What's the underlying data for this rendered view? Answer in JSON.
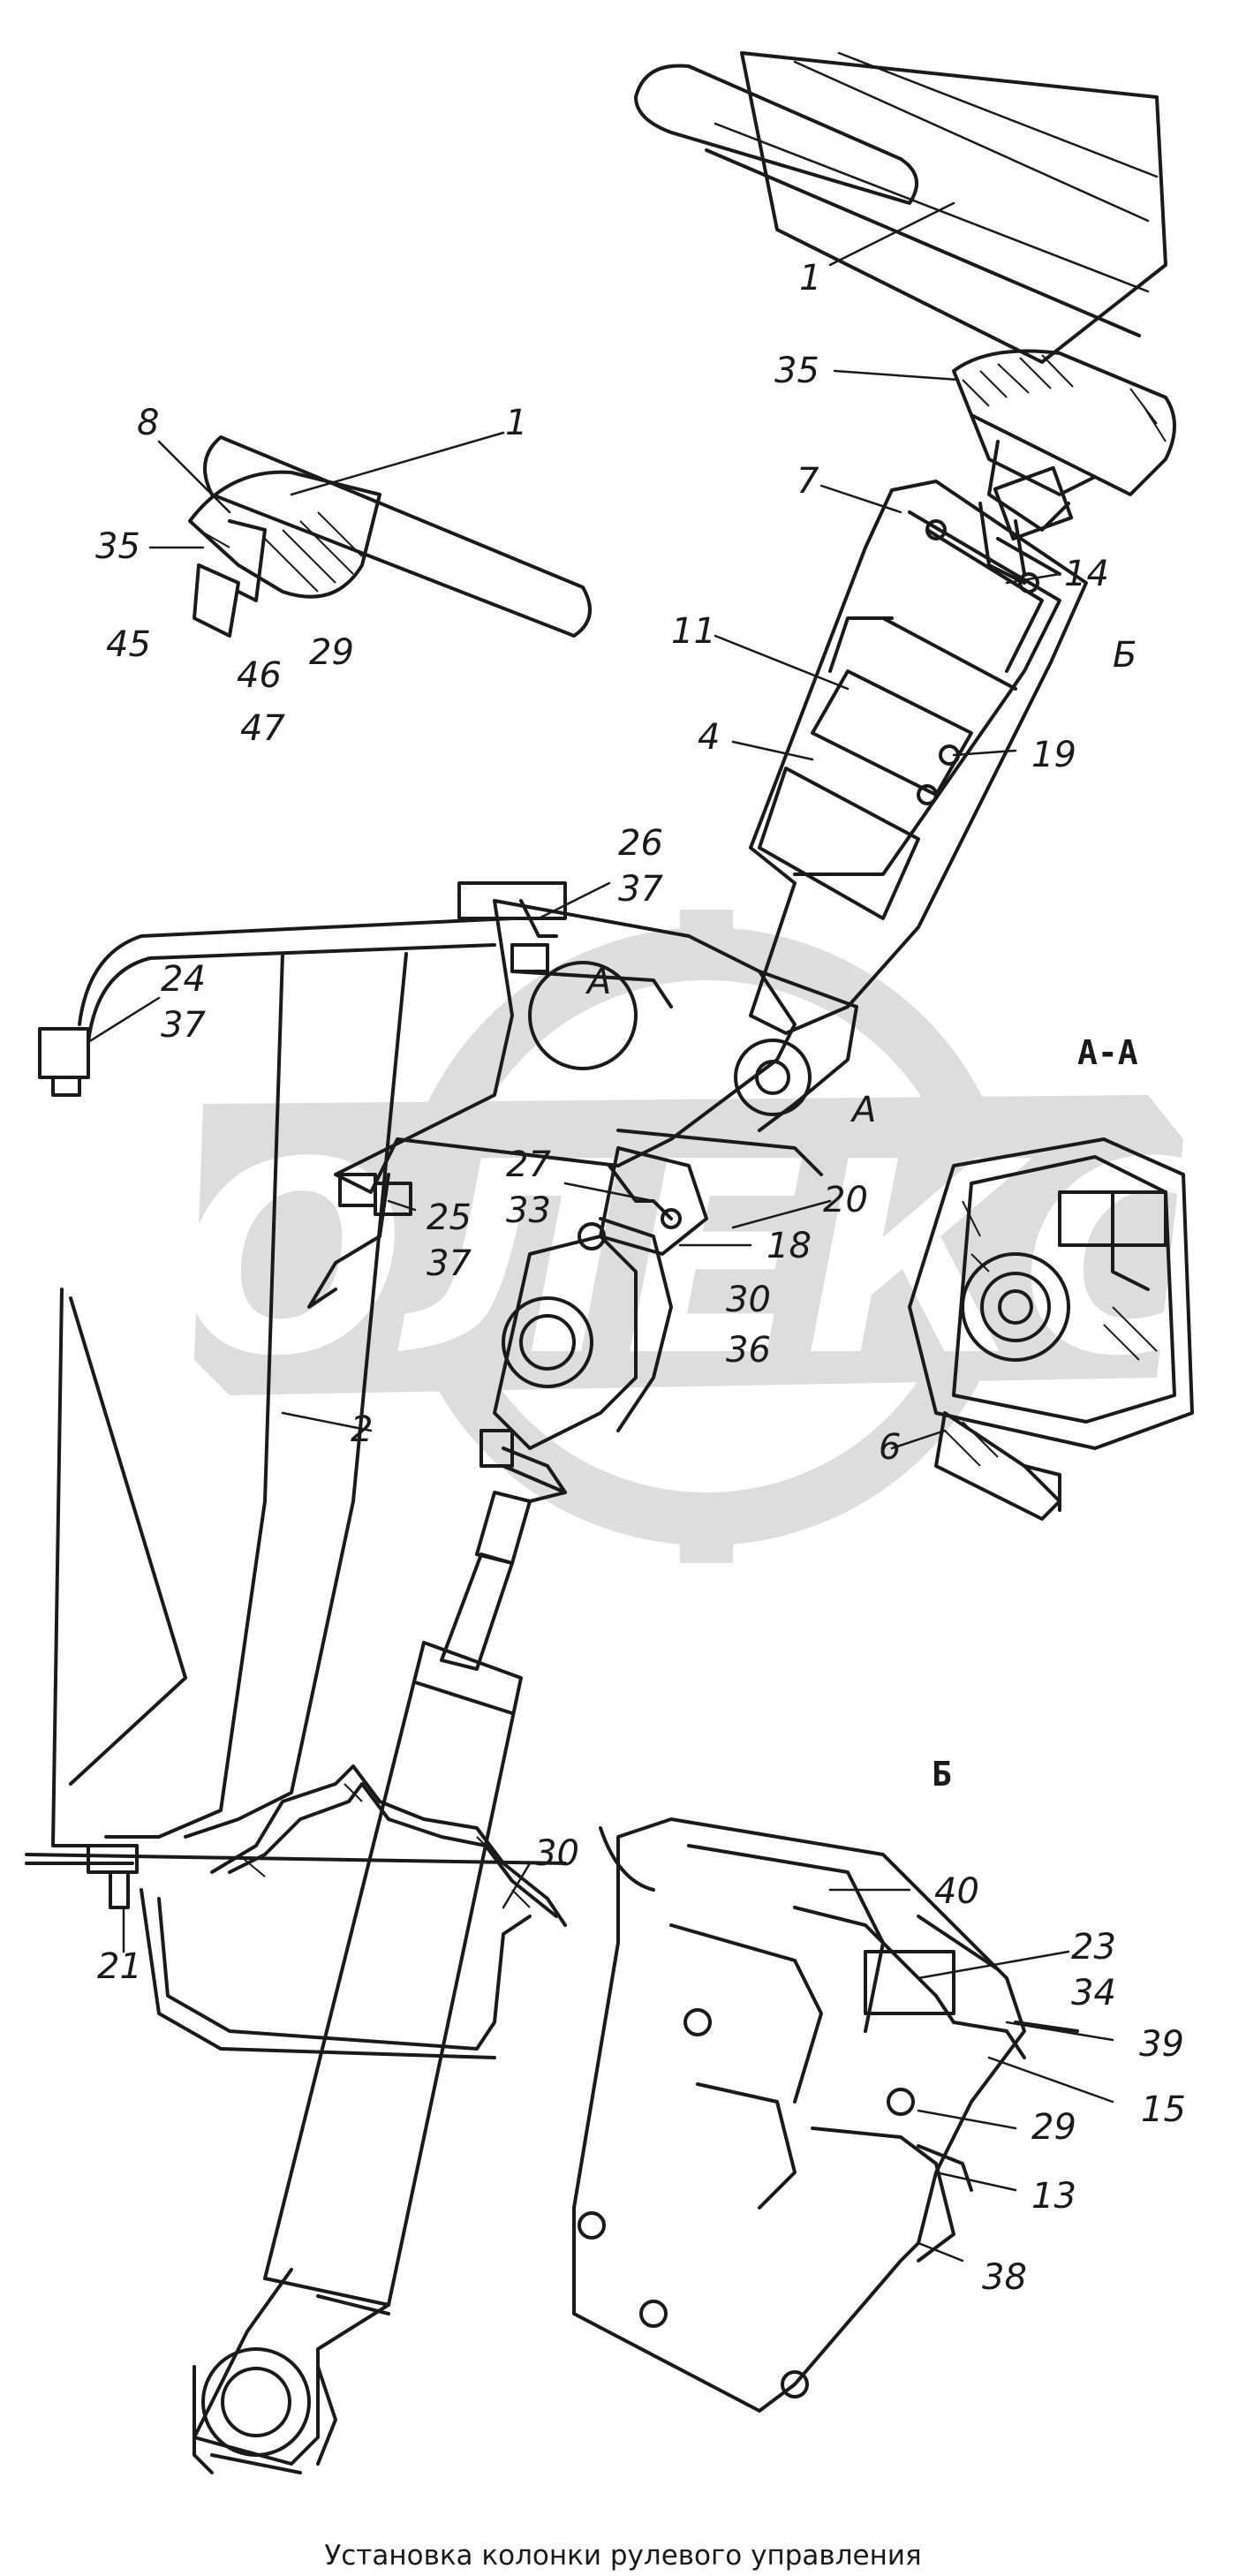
{
  "caption": "Установка колонки рулевого управления",
  "watermark": "ОЛЕКС",
  "section_labels": {
    "aa": "А-А",
    "b": "Б",
    "b_top": "Б",
    "a_upper": "А",
    "a_lower": "А"
  },
  "callouts": [
    {
      "id": "c1",
      "text": "1"
    },
    {
      "id": "c35",
      "text": "35"
    },
    {
      "id": "c8",
      "text": "8"
    },
    {
      "id": "c1b",
      "text": "1"
    },
    {
      "id": "c7",
      "text": "7"
    },
    {
      "id": "c35b",
      "text": "35"
    },
    {
      "id": "c14",
      "text": "14"
    },
    {
      "id": "c45",
      "text": "45"
    },
    {
      "id": "c46",
      "text": "46"
    },
    {
      "id": "c29",
      "text": "29"
    },
    {
      "id": "c47",
      "text": "47"
    },
    {
      "id": "c11",
      "text": "11"
    },
    {
      "id": "c4",
      "text": "4"
    },
    {
      "id": "c19",
      "text": "19"
    },
    {
      "id": "c26",
      "text": "26"
    },
    {
      "id": "c37a",
      "text": "37"
    },
    {
      "id": "c24",
      "text": "24"
    },
    {
      "id": "c37b",
      "text": "37"
    },
    {
      "id": "c27",
      "text": "27"
    },
    {
      "id": "c33",
      "text": "33"
    },
    {
      "id": "c20",
      "text": "20"
    },
    {
      "id": "c25",
      "text": "25"
    },
    {
      "id": "c37c",
      "text": "37"
    },
    {
      "id": "c18",
      "text": "18"
    },
    {
      "id": "c30a",
      "text": "30"
    },
    {
      "id": "c36",
      "text": "36"
    },
    {
      "id": "c2",
      "text": "2"
    },
    {
      "id": "c6",
      "text": "6"
    },
    {
      "id": "c30b",
      "text": "30"
    },
    {
      "id": "c40",
      "text": "40"
    },
    {
      "id": "c21",
      "text": "21"
    },
    {
      "id": "c23",
      "text": "23"
    },
    {
      "id": "c34",
      "text": "34"
    },
    {
      "id": "c39",
      "text": "39"
    },
    {
      "id": "c15",
      "text": "15"
    },
    {
      "id": "c29b",
      "text": "29"
    },
    {
      "id": "c13",
      "text": "13"
    },
    {
      "id": "c38",
      "text": "38"
    }
  ]
}
